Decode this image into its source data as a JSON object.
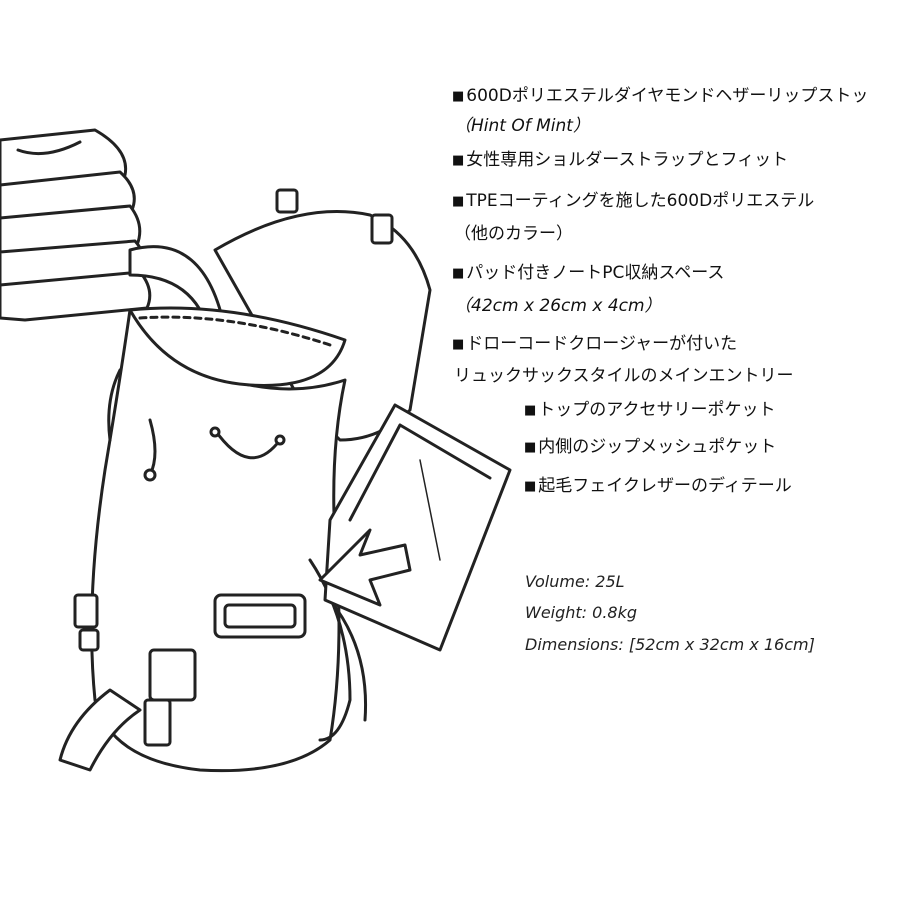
{
  "features": [
    {
      "bullet": "■",
      "text": "600Dポリエステルダイヤモンドヘザーリップストッ",
      "indent": false
    },
    {
      "bullet": "",
      "text": "（Hint Of Mint）",
      "indent": false
    },
    {
      "bullet": "■",
      "text": "女性専用ショルダーストラップとフィット",
      "indent": false
    },
    {
      "bullet": "■",
      "text": "TPEコーティングを施した600Dポリエステル",
      "indent": false
    },
    {
      "bullet": "",
      "text": "（他のカラー）",
      "indent": false
    },
    {
      "bullet": "■",
      "text": "パッド付きノートPC収納スペース",
      "indent": false
    },
    {
      "bullet": "",
      "text": "（42cm x 26cm x 4cm）",
      "indent": false
    },
    {
      "bullet": "■",
      "text": "ドローコードクロージャーが付いた",
      "indent": false
    },
    {
      "bullet": "",
      "text": "リュックサックスタイルのメインエントリー",
      "indent": false
    },
    {
      "bullet": "■",
      "text": "トップのアクセサリーポケット",
      "indent": true
    },
    {
      "bullet": "■",
      "text": "内側のジップメッシュポケット",
      "indent": true
    },
    {
      "bullet": "■",
      "text": "起毛フェイクレザーのディテール",
      "indent": true
    }
  ],
  "specs": {
    "volume": "Volume: 25L",
    "weight": "Weight: 0.8kg",
    "dimensions": "Dimensions: [52cm x 32cm x 16cm]"
  },
  "illustration": {
    "subject": "backpack-line-drawing",
    "line_color": "#222222",
    "fill_color": "#ffffff"
  }
}
